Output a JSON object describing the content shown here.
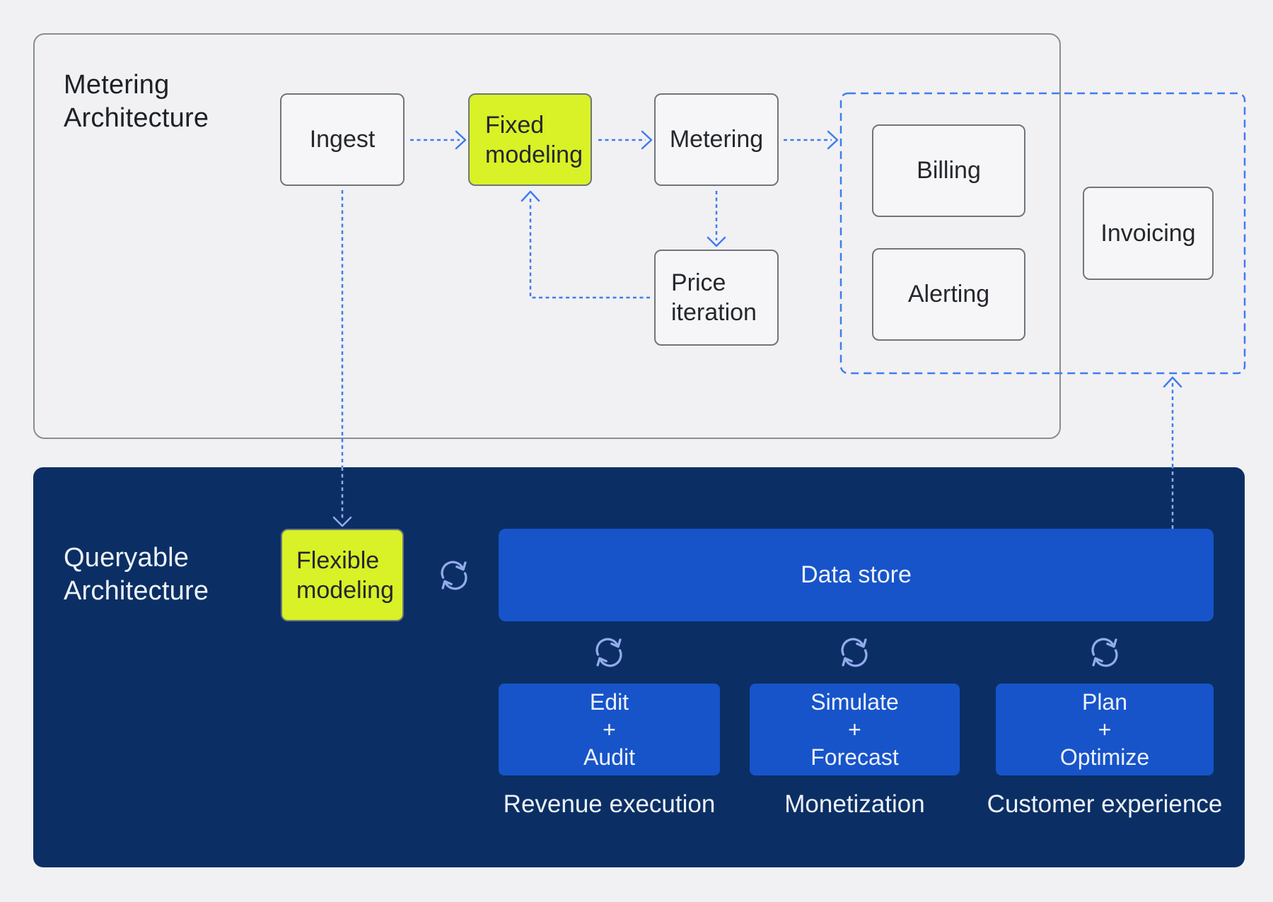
{
  "colors": {
    "page_bg": "#f1f1f3",
    "panel_navy": "#0b2f64",
    "accent_blue": "#1754ca",
    "lime": "#d9f127",
    "arrow_blue": "#3e7cf0",
    "arrow_light": "#93abec",
    "box_border": "#6f757c",
    "box_fill": "#f6f6f8",
    "text_dark": "#24272c",
    "text_light": "#eef2f8"
  },
  "metering": {
    "title": {
      "line1": "Metering",
      "line2": "Architecture"
    },
    "ingest": "Ingest",
    "fixed_modeling": {
      "line1": "Fixed",
      "line2": "modeling"
    },
    "metering": "Metering",
    "price_iteration": {
      "line1": "Price",
      "line2": "iteration"
    },
    "billing": "Billing",
    "alerting": "Alerting",
    "invoicing": "Invoicing"
  },
  "queryable": {
    "title": {
      "line1": "Queryable",
      "line2": "Architecture"
    },
    "flexible_modeling": {
      "line1": "Flexible",
      "line2": "modeling"
    },
    "data_store": "Data store",
    "capabilities": [
      {
        "line1": "Edit",
        "line2": "+",
        "line3": "Audit",
        "label": "Revenue execution"
      },
      {
        "line1": "Simulate",
        "line2": "+",
        "line3": "Forecast",
        "label": "Monetization"
      },
      {
        "line1": "Plan",
        "line2": "+",
        "line3": "Optimize",
        "label": "Customer experience"
      }
    ]
  }
}
